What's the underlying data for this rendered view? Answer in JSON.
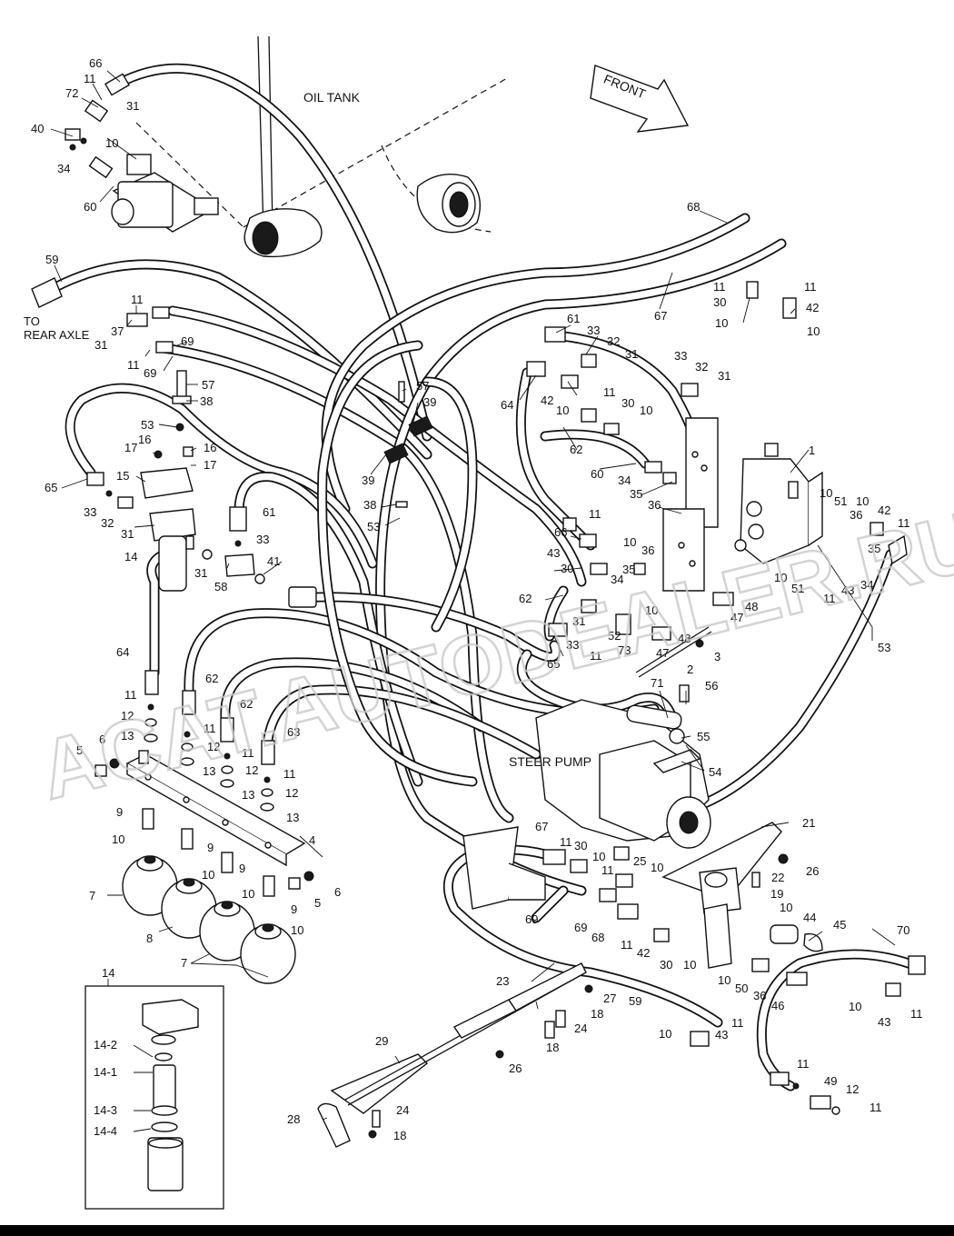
{
  "labels": {
    "oil_tank": "OIL TANK",
    "front": "FRONT",
    "to_rear_axle_1": "TO",
    "to_rear_axle_2": "REAR AXLE",
    "steer_pump": "STEER PUMP",
    "watermark": "ACAT.AUTODEALER.RU"
  },
  "callouts": {
    "c66a": "66",
    "c11a": "11",
    "c72": "72",
    "c31a": "31",
    "c40": "40",
    "c10a": "10",
    "c34a": "34",
    "c60a": "60",
    "c59a": "59",
    "c11b": "11",
    "c31b": "31",
    "c37": "37",
    "c11c": "11",
    "c69a": "69",
    "c69b": "69",
    "c57a": "57",
    "c38a": "38",
    "c53a": "53",
    "c16a": "16",
    "c17a": "17",
    "c16b": "16",
    "c17b": "17",
    "c15": "15",
    "c65a": "65",
    "c33a": "33",
    "c32a": "32",
    "c31c": "31",
    "c14a": "14",
    "c61a": "61",
    "c33b": "33",
    "c31d": "31",
    "c58": "58",
    "c41": "41",
    "c57b": "57",
    "c39a": "39",
    "c39b": "39",
    "c38b": "38",
    "c53b": "53",
    "c68a": "68",
    "c67a": "67",
    "c61b": "61",
    "c33c": "33",
    "c32b": "32",
    "c31e": "31",
    "c64a": "64",
    "c42a": "42",
    "c10b": "10",
    "c11d": "11",
    "c30a": "30",
    "c10c": "10",
    "c33d": "33",
    "c32c": "32",
    "c31f": "31",
    "c62a": "62",
    "c60b": "60",
    "c34b": "34",
    "c35a": "35",
    "c36a": "36",
    "c11e": "11",
    "c30b": "30",
    "c10d": "10",
    "c11f": "11",
    "c42b": "42",
    "c10e": "10",
    "c1": "1",
    "c10f": "10",
    "c51a": "51",
    "c10g": "10",
    "c42c": "42",
    "c36b": "36",
    "c35b": "35",
    "c11g": "11",
    "c10h": "10",
    "c51b": "51",
    "c11h": "11",
    "c43a": "43",
    "c34c": "34",
    "c66b": "66",
    "c43b": "43",
    "c11i": "11",
    "c10i": "10",
    "c36c": "36",
    "c30c": "30",
    "c35c": "35",
    "c34d": "34",
    "c10j": "10",
    "c47a": "47",
    "c48a": "48",
    "c62b": "62",
    "c31g": "31",
    "c52": "52",
    "c33e": "33",
    "c11j": "11",
    "c73": "73",
    "c48b": "48",
    "c47b": "47",
    "c3": "3",
    "c2": "2",
    "c65b": "65",
    "c53c": "53",
    "c64b": "64",
    "c62c": "62",
    "c62d": "62",
    "c63": "63",
    "c71": "71",
    "c56": "56",
    "c55": "55",
    "c54": "54",
    "c11k": "11",
    "c12a": "12",
    "c13a": "13",
    "c6a": "6",
    "c5a": "5",
    "c11l": "11",
    "c12b": "12",
    "c13b": "13",
    "c11m": "11",
    "c12c": "12",
    "c13c": "13",
    "c11n": "11",
    "c12d": "12",
    "c13d": "13",
    "c4": "4",
    "c9a": "9",
    "c10k": "10",
    "c9b": "9",
    "c10l": "10",
    "c9c": "9",
    "c10m": "10",
    "c9d": "9",
    "c10n": "10",
    "c6b": "6",
    "c5b": "5",
    "c7a": "7",
    "c8": "8",
    "c7b": "7",
    "c67b": "67",
    "c11o": "11",
    "c30d": "30",
    "c10o": "10",
    "c25": "25",
    "c10p": "10",
    "c11p": "11",
    "c21": "21",
    "c26a": "26",
    "c22": "22",
    "c19": "19",
    "c10q": "10",
    "c44": "44",
    "c45": "45",
    "c69c": "69",
    "c69d": "69",
    "c68b": "68",
    "c11q": "11",
    "c42d": "42",
    "c30e": "30",
    "c10r": "10",
    "c10s": "10",
    "c50": "50",
    "c36d": "36",
    "c46": "46",
    "c70": "70",
    "c10t": "10",
    "c43c": "43",
    "c11r": "11",
    "c59b": "59",
    "c23": "23",
    "c27": "27",
    "c18a": "18",
    "c24a": "24",
    "c18b": "18",
    "c26b": "26",
    "c10u": "10",
    "c43d": "43",
    "c11s": "11",
    "c29": "29",
    "c28": "28",
    "c24b": "24",
    "c18c": "18",
    "c11t": "11",
    "c49": "49",
    "c12e": "12",
    "c11u": "11"
  },
  "inset": {
    "title": "14",
    "items": [
      "14-2",
      "14-1",
      "14-3",
      "14-4"
    ]
  }
}
